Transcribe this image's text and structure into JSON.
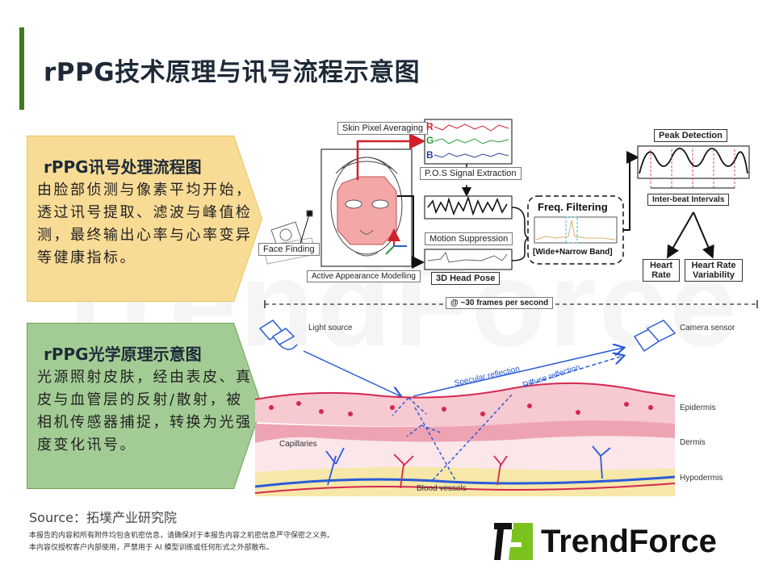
{
  "header": {
    "title": "rPPG技术原理与讯号流程示意图",
    "accent_color": "#3f7a1e"
  },
  "watermark": "TrendForce",
  "callouts": [
    {
      "title": "rPPG讯号处理流程图",
      "body": "由脸部侦测与像素平均开始，透过讯号提取、滤波与峰值检测，最终输出心率与心率变异等健康指标。",
      "color": "#f8dc96"
    },
    {
      "title": "rPPG光学原理示意图",
      "body": "光源照射皮肤，经由表皮、真皮与血管层的反射/散射，被相机传感器捕捉，转换为光强度变化讯号。",
      "color": "#a3cc94"
    }
  ],
  "pipeline": {
    "face_finding": "Face Finding",
    "active_appearance": "Active Appearance Modelling",
    "skin_pixel_averaging": "Skin Pixel Averaging",
    "channels": [
      "R",
      "G",
      "B"
    ],
    "pos_extraction": "P.O.S Signal Extraction",
    "motion_suppression": "Motion Suppression",
    "head_pose": "3D Head Pose",
    "freq_filtering": "Freq. Filtering",
    "band": "[Wide+Narrow Band]",
    "peak_detection": "Peak Detection",
    "inter_beat": "Inter-beat Intervals",
    "heart_rate": "Heart Rate",
    "hrv": "Heart Rate Variability",
    "fps": "@ ~30 frames per second"
  },
  "optics": {
    "light_source": "Light source",
    "camera_sensor": "Camera sensor",
    "specular": "Specular reflection",
    "diffuse": "Diffuse reflection",
    "epidermis": "Epidermis",
    "dermis": "Dermis",
    "hypodermis": "Hypodermis",
    "capillaries": "Capillaries",
    "blood_vessels": "Blood vessels"
  },
  "footer": {
    "source": "Source：拓墣产业研究院",
    "disclaimer_1": "本报告的内容和所有附件均包含机密信息，请确保对于本报告内容之机密信息严守保密之义务。",
    "disclaimer_2": "本内容仅授权客户内部使用，严禁用于 AI 模型训练或任何形式之外部散布。"
  },
  "logo": {
    "text": "TrendForce",
    "green": "#7cc21e"
  }
}
